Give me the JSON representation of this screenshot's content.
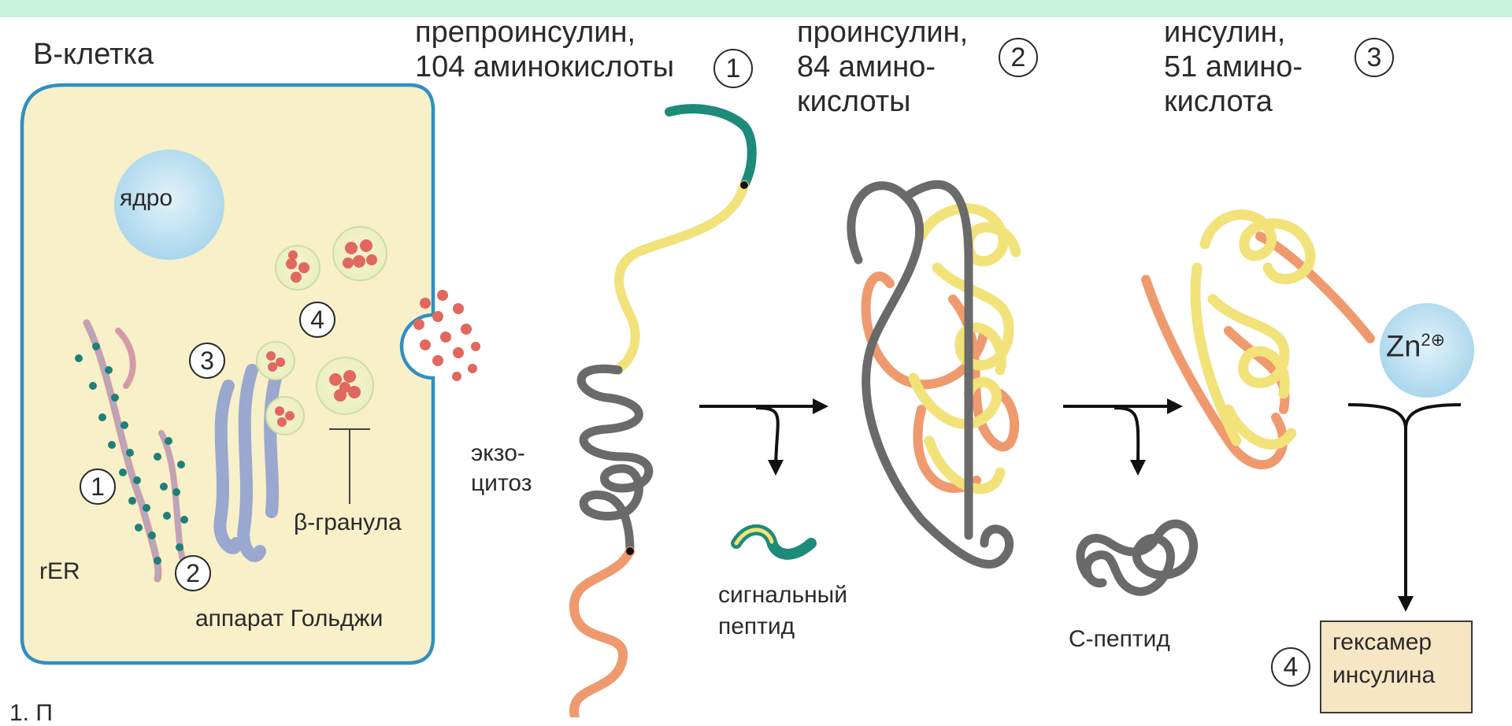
{
  "labels": {
    "cell_title": "В-клетка",
    "nucleus": "ядро",
    "rer": "rER",
    "golgi": "аппарат Гольджи",
    "granule": "β-гранула",
    "exocytosis_1": "экзо-",
    "exocytosis_2": "цитоз",
    "preproinsulin_1": "препроинсулин,",
    "preproinsulin_2": "104 аминокислоты",
    "proinsulin_1": "проинсулин,",
    "proinsulin_2": "84 амино-",
    "proinsulin_3": "кислоты",
    "insulin_1": "инсулин,",
    "insulin_2": "51 амино-",
    "insulin_3": "кислота",
    "signal_peptide_1": "сигнальный",
    "signal_peptide_2": "пептид",
    "c_peptide": "С-пептид",
    "zinc": "Zn",
    "zinc_sup": "2⊕",
    "hexamer_1": "гексамер",
    "hexamer_2": "инсулина",
    "bottom_cut": "1. П"
  },
  "step_numbers": {
    "cell_1": "1",
    "cell_2": "2",
    "cell_3": "3",
    "cell_4": "4",
    "path_1": "1",
    "path_2": "2",
    "path_3": "3",
    "path_4": "4"
  },
  "colors": {
    "cell_fill": "#f8f0c8",
    "cell_border": "#2f8fc3",
    "nucleus": "#bfe0f0",
    "signal_peptide": "#1e8a7a",
    "a_chain": "#f2e27a",
    "b_chain": "#ef9a6e",
    "c_peptide": "#6a6a6a",
    "granule": "#e0685e",
    "hexamer_box": "#f6e6c4",
    "top_band": "#c9f3df"
  }
}
